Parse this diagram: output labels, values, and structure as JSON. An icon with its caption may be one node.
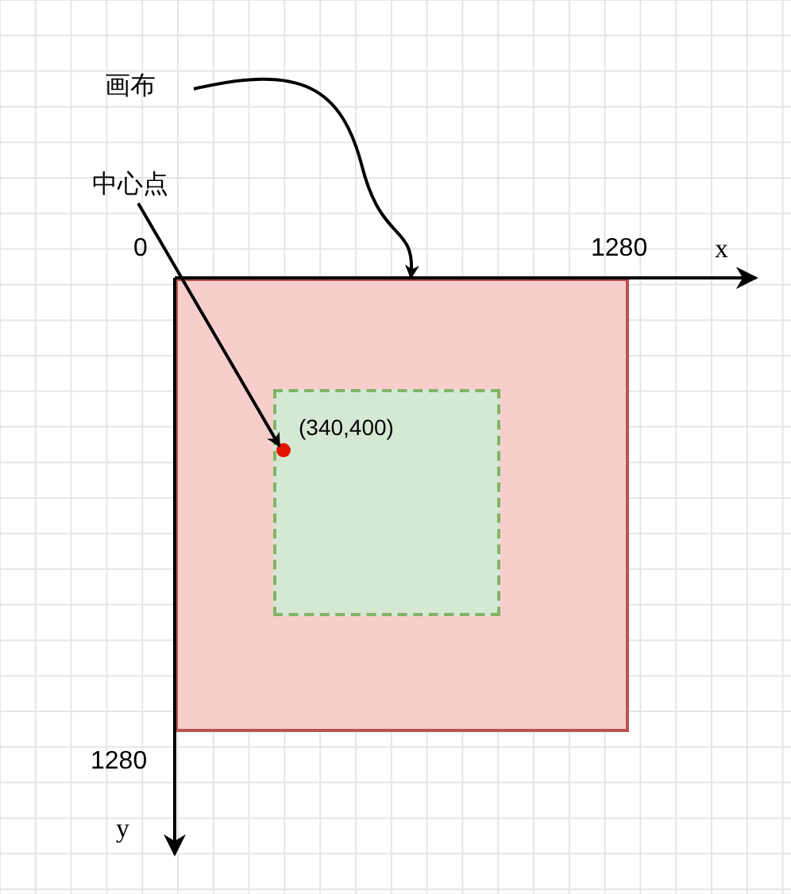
{
  "diagram": {
    "nodes": [
      {
        "text": [
          "画布"
        ]
      },
      {
        "text": [
          "中心点"
        ]
      },
      {
        "text": [],
        "shape": "box"
      },
      {
        "text": [],
        "shape": "box",
        "in": 2
      },
      {
        "text": [],
        "shape": "circle",
        "in": 3,
        "beside": [
          "(340,400)"
        ]
      }
    ],
    "edges": [
      {
        "from": 0,
        "to": 2,
        "arrow": "to"
      },
      {
        "from": 1,
        "to": 4,
        "arrow": "to"
      }
    ],
    "labels": [
      "0",
      "1280",
      "x",
      "1280",
      "y"
    ]
  }
}
